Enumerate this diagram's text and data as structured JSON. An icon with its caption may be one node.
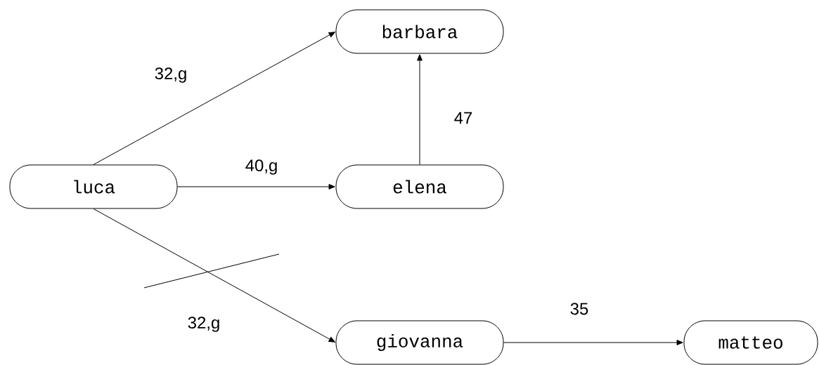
{
  "diagram": {
    "nodes": [
      {
        "text": [
          "barbara"
        ]
      },
      {
        "text": [
          "luca"
        ]
      },
      {
        "text": [
          "elena"
        ]
      },
      {
        "text": [
          "giovanna"
        ]
      },
      {
        "text": [
          "matteo"
        ]
      }
    ],
    "edges": [
      {
        "from": 1,
        "to": 0,
        "arrow": "to",
        "label": "32,g"
      },
      {
        "from": 1,
        "to": 2,
        "arrow": "to",
        "label": "40,g"
      },
      {
        "from": 2,
        "to": 0,
        "arrow": "to",
        "label": "47"
      },
      {
        "from": 1,
        "to": 3,
        "arrow": "to",
        "label": "32,g"
      },
      {
        "from": 3,
        "to": 4,
        "arrow": "to",
        "label": "35"
      }
    ]
  }
}
